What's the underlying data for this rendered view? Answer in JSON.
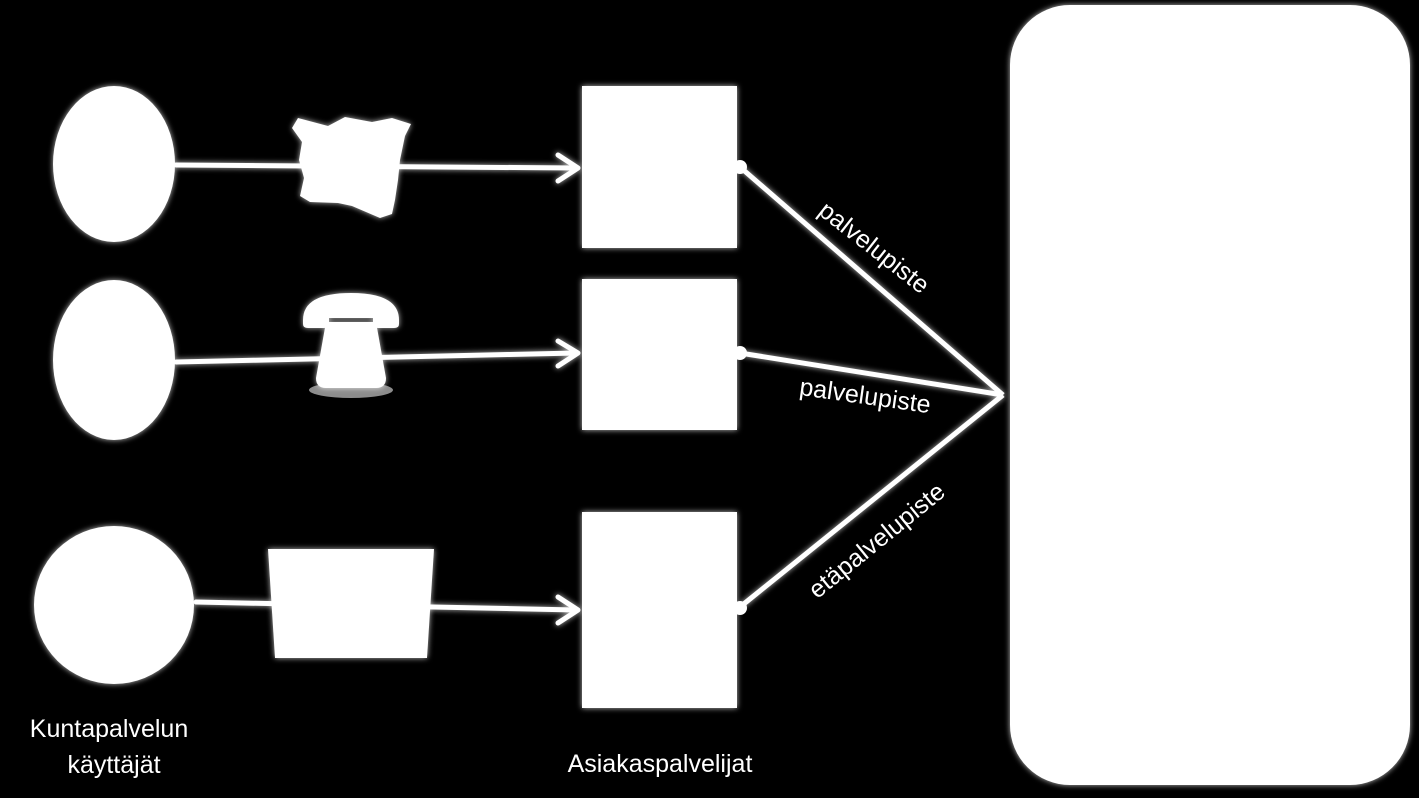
{
  "colors": {
    "background": "#000000",
    "foreground": "#ffffff"
  },
  "users": {
    "label_line1": "Kuntapalvelun",
    "label_line2": "käyttäjät"
  },
  "channels": [
    {
      "icon": "letter-icon"
    },
    {
      "icon": "telephone-icon"
    },
    {
      "icon": "screen-icon"
    }
  ],
  "servers": {
    "label": "Asiakaspalvelijat"
  },
  "connections": [
    {
      "label": "palvelupiste"
    },
    {
      "label": "palvelupiste"
    },
    {
      "label": "etäpalvelupiste"
    }
  ]
}
